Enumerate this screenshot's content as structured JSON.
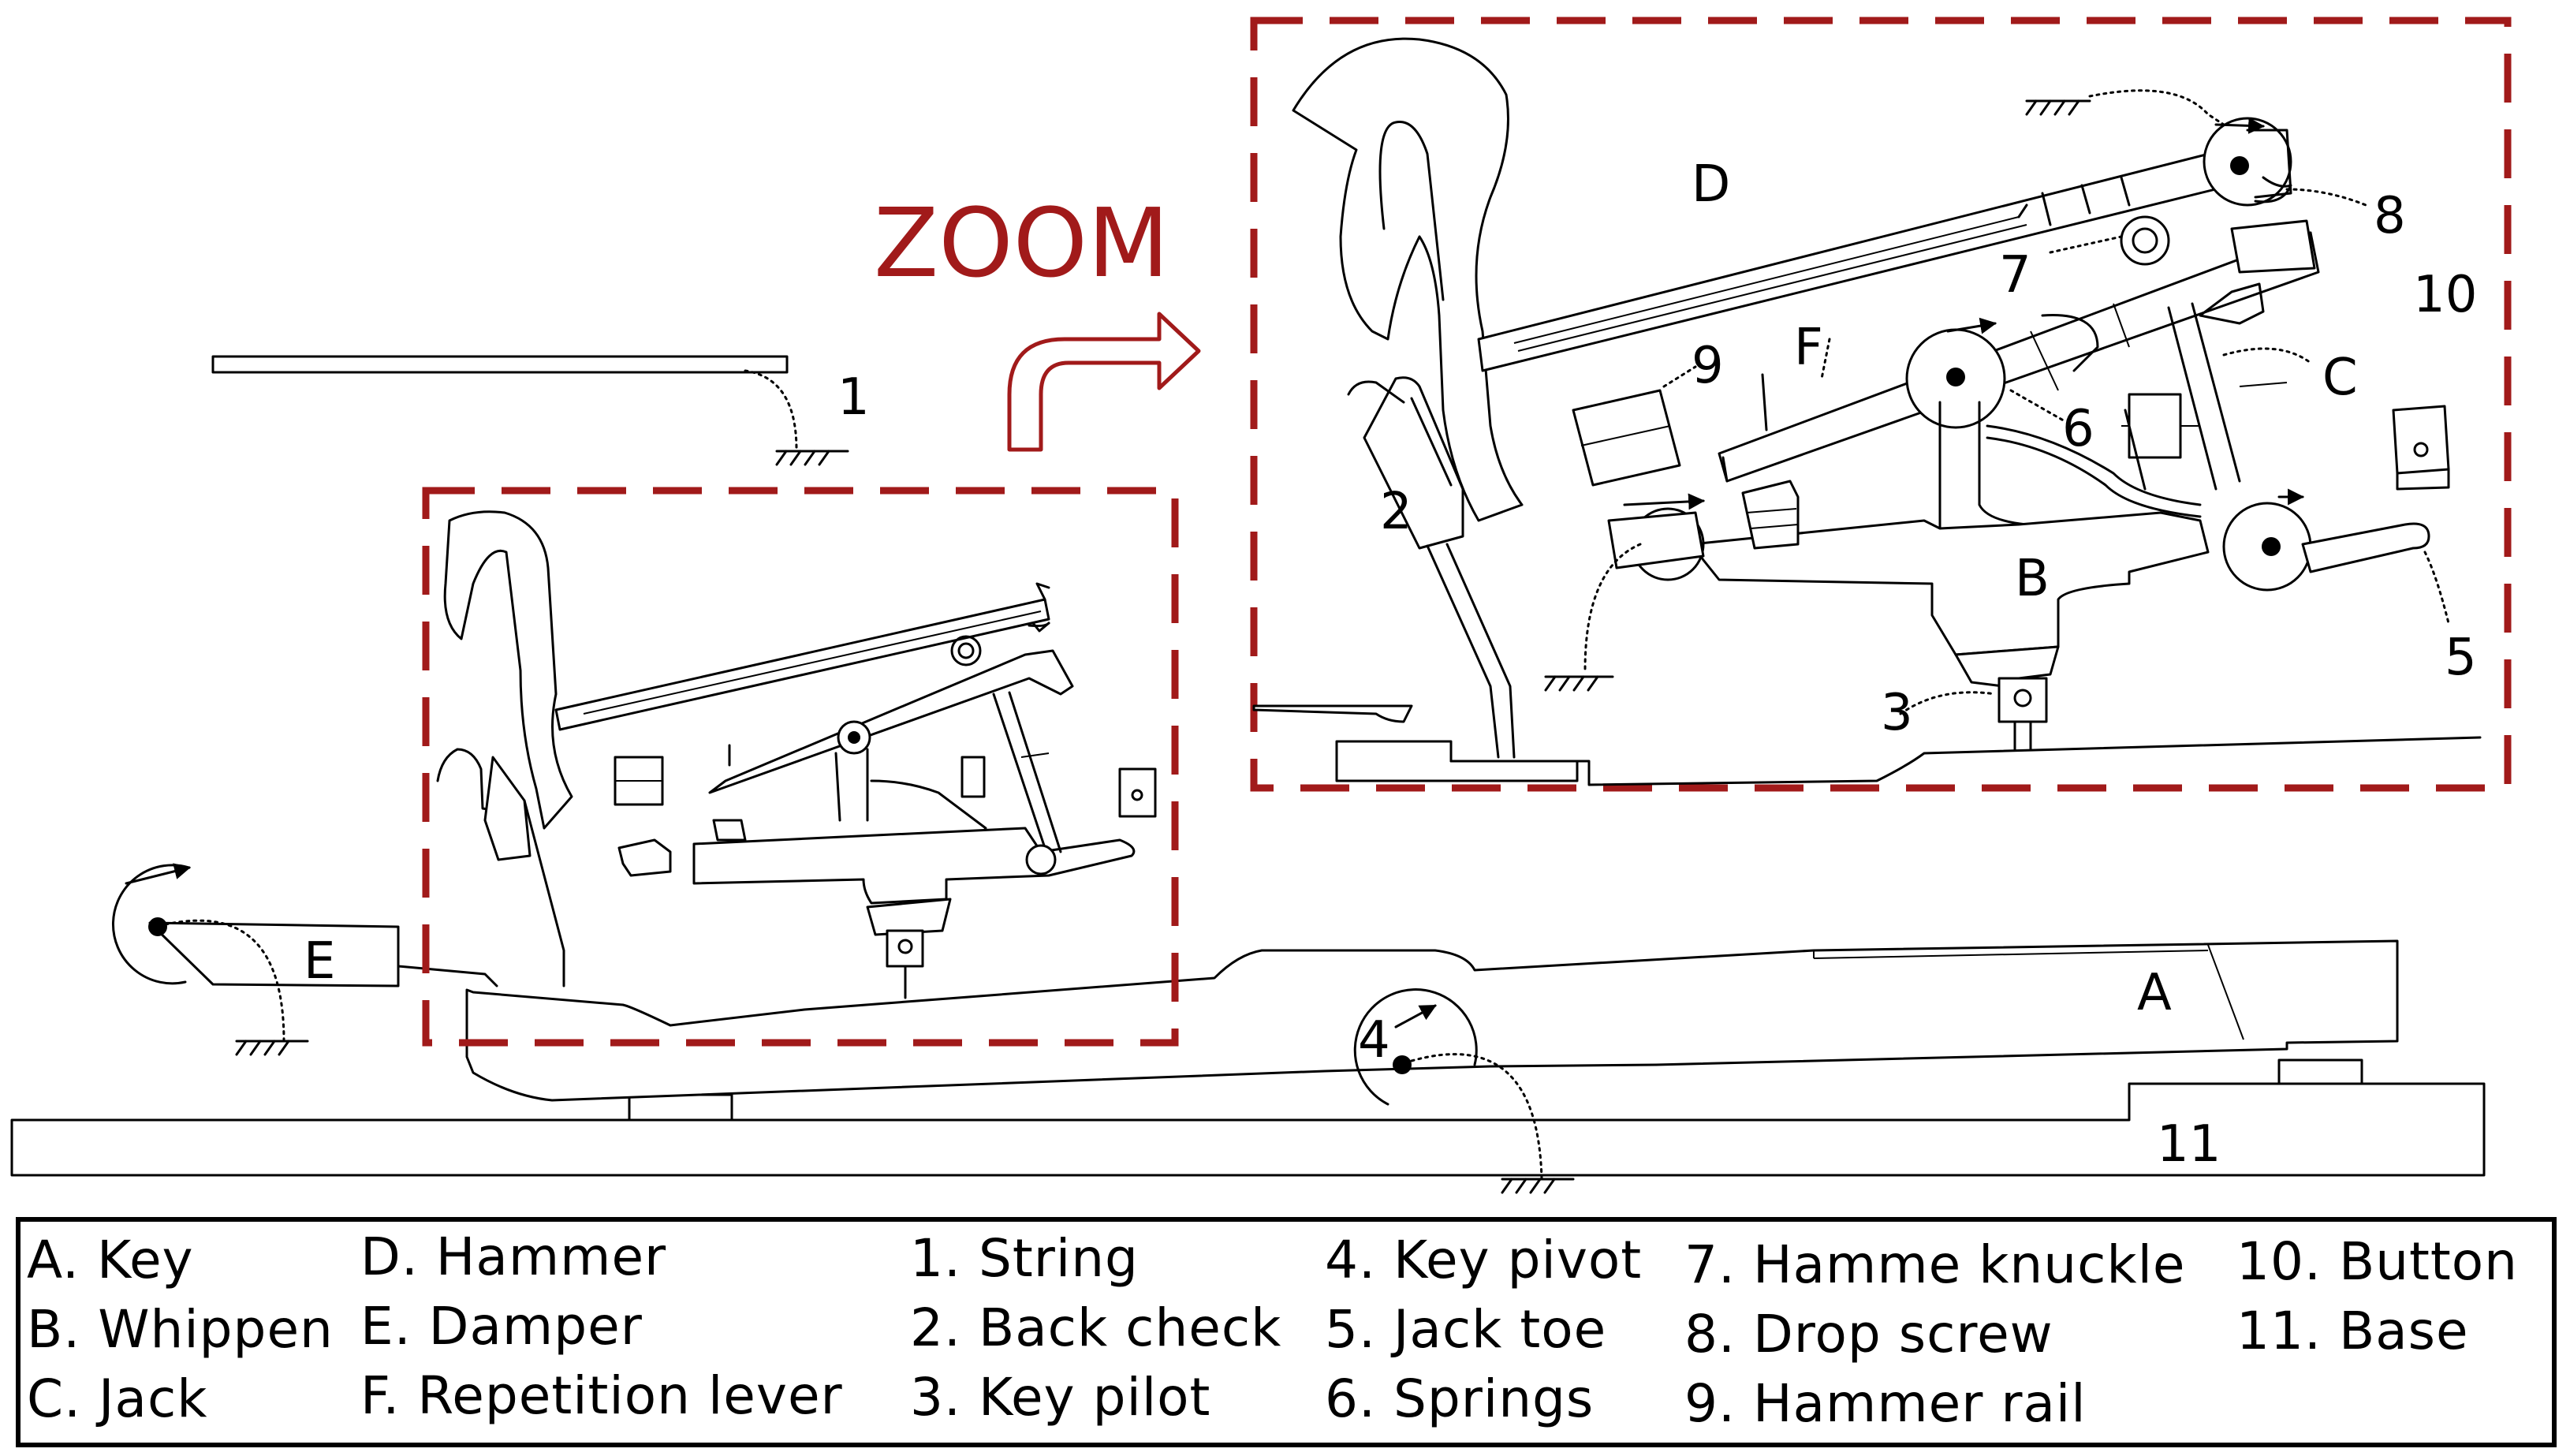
{
  "zoom_label": "ZOOM",
  "colors": {
    "accent": "#a11a1a",
    "line": "#000000",
    "background": "#ffffff"
  },
  "part_labels": {
    "A": "A",
    "B": "B",
    "C": "C",
    "D": "D",
    "E": "E",
    "F": "F",
    "n1": "1",
    "n2": "2",
    "n3": "3",
    "n4": "4",
    "n5": "5",
    "n6": "6",
    "n7": "7",
    "n8": "8",
    "n9": "9",
    "n10": "10",
    "n11": "11"
  },
  "legend": {
    "col1": [
      "A. Key",
      "B. Whippen",
      "C. Jack"
    ],
    "col2": [
      "D. Hammer",
      "E. Damper",
      "F. Repetition lever"
    ],
    "col3": [
      "1. String",
      "2. Back check",
      "3. Key pilot"
    ],
    "col4": [
      "4. Key pivot",
      "5. Jack toe",
      "6. Springs"
    ],
    "col5": [
      "7. Hamme knuckle",
      "8. Drop screw",
      "9. Hammer rail"
    ],
    "col6": [
      "10. Button",
      "11. Base"
    ]
  }
}
